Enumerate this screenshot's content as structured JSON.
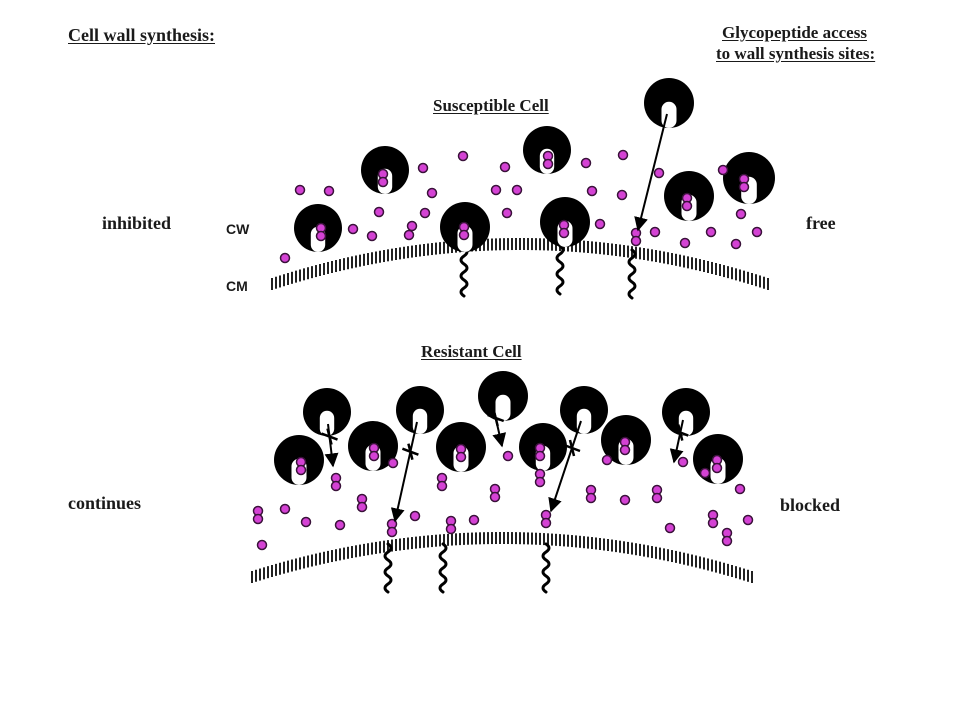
{
  "header": {
    "left_title": "Cell wall synthesis:",
    "right_title_line1": "Glycopeptide access",
    "right_title_line2": "to wall synthesis sites:"
  },
  "panel_top": {
    "title": "Susceptible Cell",
    "left_label": "inhibited",
    "right_label": "free",
    "cw_label": "CW",
    "cm_label": "CM"
  },
  "panel_bottom": {
    "title": "Resistant Cell",
    "left_label": "continues",
    "right_label": "blocked"
  },
  "colors": {
    "precursor": "#d442d4",
    "precursor_outline": "#3a123a",
    "glycopeptide": "#000000",
    "membrane": "#222222"
  }
}
